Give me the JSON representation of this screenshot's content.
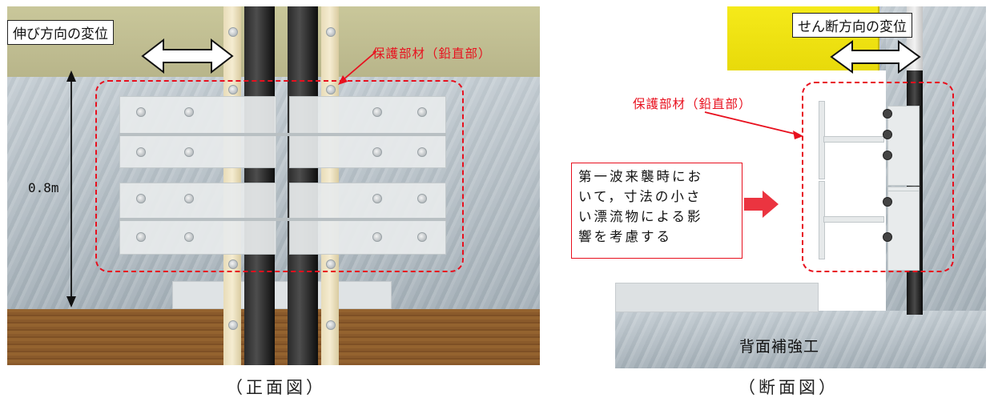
{
  "front_view": {
    "extension_label": "伸び方向の変位",
    "protection_label": "保護部材（鉛直部）",
    "dimension_label": "0.8m",
    "caption": "（正面図）"
  },
  "section_view": {
    "shear_label": "せん断方向の変位",
    "protection_label": "保護部材（鉛直部）",
    "note_lines": [
      "第一波来襲時にお",
      "いて，寸法の小さ",
      "い漂流物による影",
      "響を考慮する"
    ],
    "back_label": "背面補強工",
    "caption": "（断面図）"
  },
  "colors": {
    "annotation_red": "#e8101e",
    "concrete": "#b0bbc3",
    "wood": "#8a5a2b",
    "pipe": "#111111",
    "yellow_panel": "#f2e60e"
  }
}
